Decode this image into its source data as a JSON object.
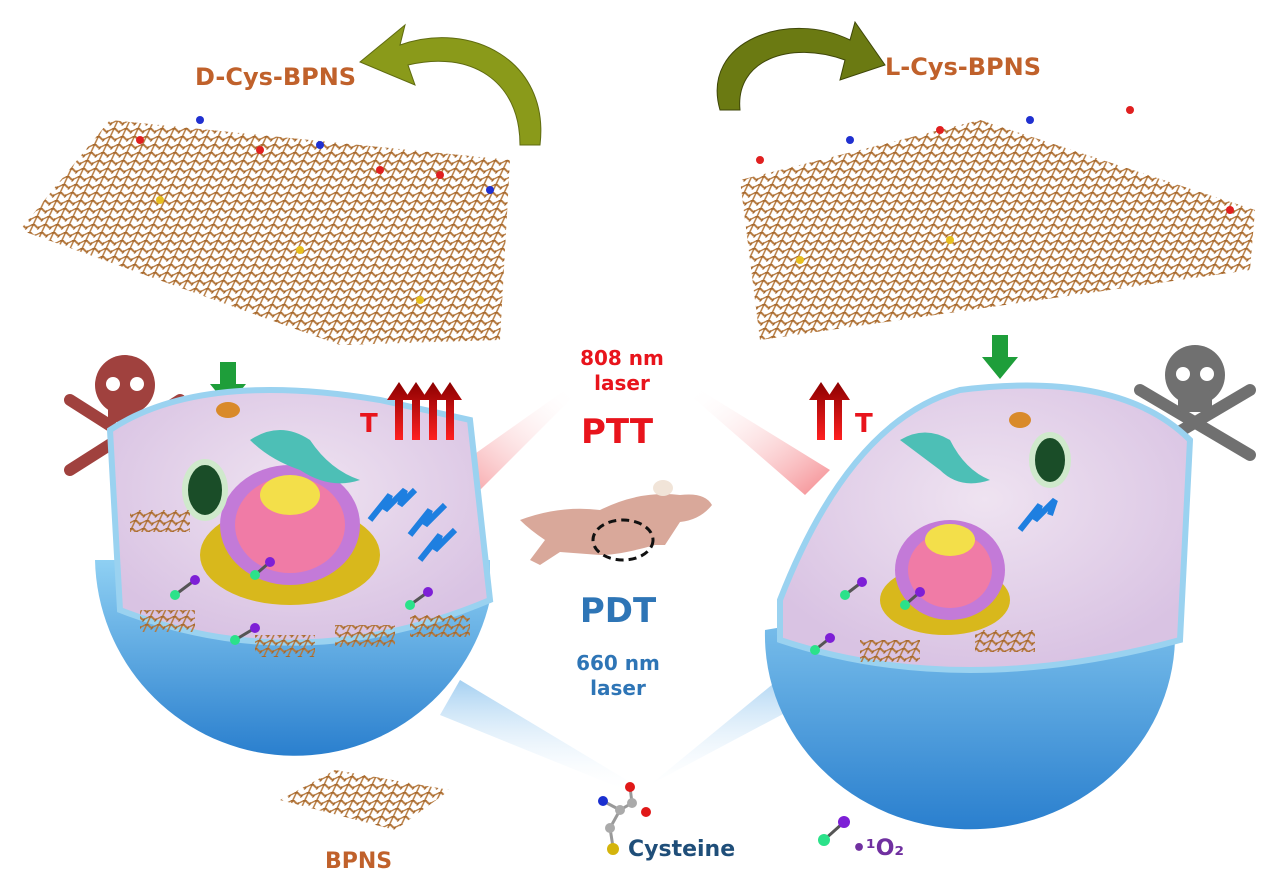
{
  "labels": {
    "d_cys": "D-Cys-BPNS",
    "l_cys": "L-Cys-BPNS",
    "laser808_a": "808 nm",
    "laser808_b": "laser",
    "ptt": "PTT",
    "pdt": "PDT",
    "laser660_a": "660 nm",
    "laser660_b": "laser",
    "temp_left": "T",
    "temp_right": "T"
  },
  "legend": {
    "bpns": "BPNS",
    "cysteine": "Cysteine",
    "singlet_oxygen": "•¹O₂"
  },
  "colors": {
    "title_orange": "#c0612b",
    "ptt_red": "#e8141c",
    "pdt_blue": "#2e75b6",
    "cysteine_navy": "#1f4e79",
    "oxygen_purple": "#7030a0",
    "sheet_brown": "#b5773a",
    "arrow_olive": "#8a9a1a",
    "arrow_green": "#1e9e3a"
  }
}
